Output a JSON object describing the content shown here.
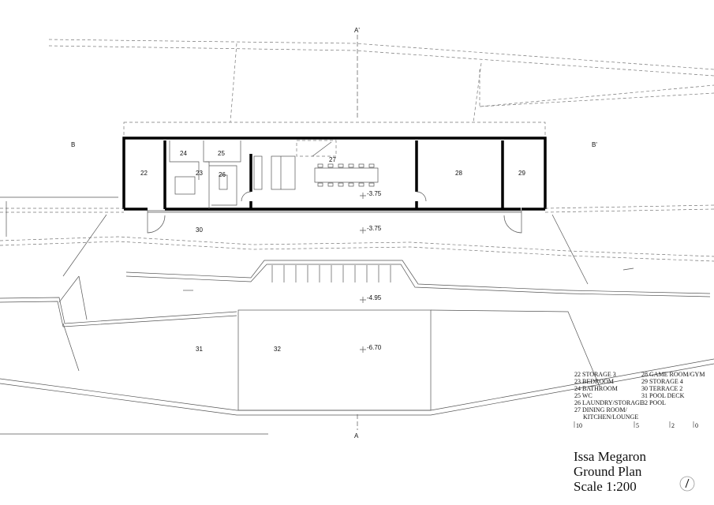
{
  "section_marks": {
    "a_top": "A'",
    "a_bottom": "A",
    "b_left": "B",
    "b_right": "B'"
  },
  "rooms": {
    "r22": "22",
    "r23": "23",
    "r24": "24",
    "r25": "25",
    "r26": "26",
    "r27": "27",
    "r28": "28",
    "r29": "29",
    "r30": "30",
    "r31": "31",
    "r32": "32"
  },
  "levels": {
    "interior": "-3.75",
    "terrace": "-3.75",
    "deck": "-4.95",
    "pool": "-6.70"
  },
  "legend": {
    "left": [
      "22 STORAGE 3",
      "23 BEDROOM",
      "24 BATHROOM",
      "25 WC",
      "26 LAUNDRY/STORAGE",
      "27 DINING ROOM/",
      "KITCHEN/LOUNGE"
    ],
    "right": [
      "28 GAME ROOM/GYM",
      "29 STORAGE 4",
      "30 TERRACE 2",
      "31 POOL DECK",
      "32 POOL"
    ]
  },
  "scale_bar": [
    "10",
    "5",
    "2",
    "0"
  ],
  "title": {
    "line1": "Issa Megaron",
    "line2": "Ground Plan",
    "line3": "Scale 1:200"
  },
  "icons": {
    "north": "north-arrow-icon"
  }
}
